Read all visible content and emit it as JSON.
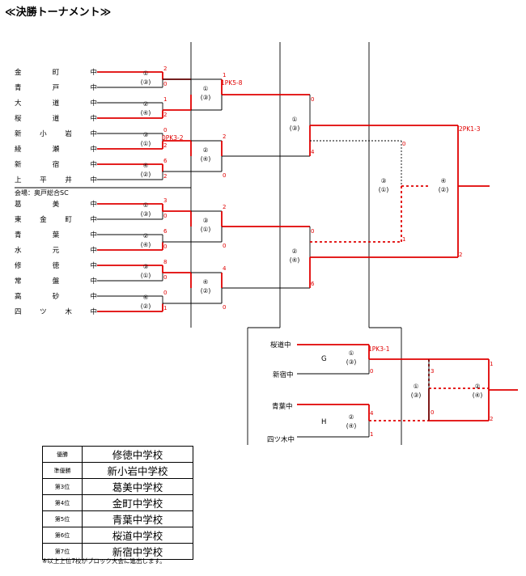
{
  "title": "≪決勝トーナメント≫",
  "venue": "会場：奥戸総合SC",
  "teams_top": [
    {
      "c": [
        "金",
        "町",
        "中"
      ]
    },
    {
      "c": [
        "青",
        "戸",
        "中"
      ]
    },
    {
      "c": [
        "大",
        "道",
        "中"
      ]
    },
    {
      "c": [
        "桜",
        "道",
        "中"
      ]
    },
    {
      "c": [
        "新",
        "小",
        "岩",
        "中"
      ]
    },
    {
      "c": [
        "綾",
        "瀬",
        "中"
      ]
    },
    {
      "c": [
        "新",
        "宿",
        "中"
      ]
    },
    {
      "c": [
        "上",
        "平",
        "井",
        "中"
      ]
    }
  ],
  "teams_bottom": [
    {
      "c": [
        "葛",
        "美",
        "中"
      ]
    },
    {
      "c": [
        "東",
        "金",
        "町",
        "中"
      ]
    },
    {
      "c": [
        "青",
        "葉",
        "中"
      ]
    },
    {
      "c": [
        "水",
        "元",
        "中"
      ]
    },
    {
      "c": [
        "修",
        "徳",
        "中"
      ]
    },
    {
      "c": [
        "常",
        "盤",
        "中"
      ]
    },
    {
      "c": [
        "高",
        "砂",
        "中"
      ]
    },
    {
      "c": [
        "四",
        "ツ",
        "木",
        "中"
      ]
    }
  ],
  "bracket_labels": [
    {
      "main": "①",
      "sub": "(③)"
    },
    {
      "main": "②",
      "sub": "(④)"
    },
    {
      "main": "③",
      "sub": "(①)"
    },
    {
      "main": "④",
      "sub": "(②)"
    },
    {
      "main": "①",
      "sub": "(③)"
    },
    {
      "main": "②",
      "sub": "(④)"
    },
    {
      "main": "③",
      "sub": "(①)"
    },
    {
      "main": "④",
      "sub": "(②)"
    },
    {
      "main": "①",
      "sub": "(③)"
    },
    {
      "main": "②",
      "sub": "(④)"
    },
    {
      "main": "③",
      "sub": "(①)"
    },
    {
      "main": "④",
      "sub": "(②)"
    },
    {
      "main": "①",
      "sub": "(③)"
    },
    {
      "main": "②",
      "sub": "(④)"
    },
    {
      "main": "③",
      "sub": "(①)"
    },
    {
      "main": "④",
      "sub": "(②)"
    },
    {
      "main": "①",
      "sub": "(③)"
    },
    {
      "main": "②",
      "sub": "(④)"
    }
  ],
  "scores": {
    "r1": [
      "2",
      "0",
      "1",
      "2",
      "0",
      "2",
      "6",
      "2",
      "3",
      "0",
      "6",
      "0",
      "8",
      "0",
      "0",
      "1"
    ],
    "r2": [
      "1",
      "",
      "2",
      "0",
      "2",
      "0",
      "4",
      "0"
    ],
    "r3": [
      "0",
      "4",
      "0",
      "6"
    ],
    "r4": [
      "0",
      "1",
      "2"
    ],
    "lower": [
      "1",
      "4",
      "0",
      "3",
      "0",
      "1",
      "2"
    ]
  },
  "pk_notes": [
    "1PK5-8",
    "0PK3-2",
    "2PK1-3",
    "1PK3-1"
  ],
  "lower": {
    "teams": [
      "桜道中",
      "新宿中",
      "青葉中",
      "四ツ木中"
    ],
    "groups": [
      "G",
      "H"
    ]
  },
  "results": {
    "rows": [
      {
        "rank": "優勝",
        "school": "修徳中学校"
      },
      {
        "rank": "準優勝",
        "school": "新小岩中学校"
      },
      {
        "rank": "第3位",
        "school": "葛美中学校"
      },
      {
        "rank": "第4位",
        "school": "金町中学校"
      },
      {
        "rank": "第5位",
        "school": "青葉中学校"
      },
      {
        "rank": "第6位",
        "school": "桜道中学校"
      },
      {
        "rank": "第7位",
        "school": "新宿中学校"
      }
    ],
    "note": "※以上上位7校がブロック大会に進出します。"
  },
  "colors": {
    "win": "#e00000",
    "line": "#000000"
  }
}
